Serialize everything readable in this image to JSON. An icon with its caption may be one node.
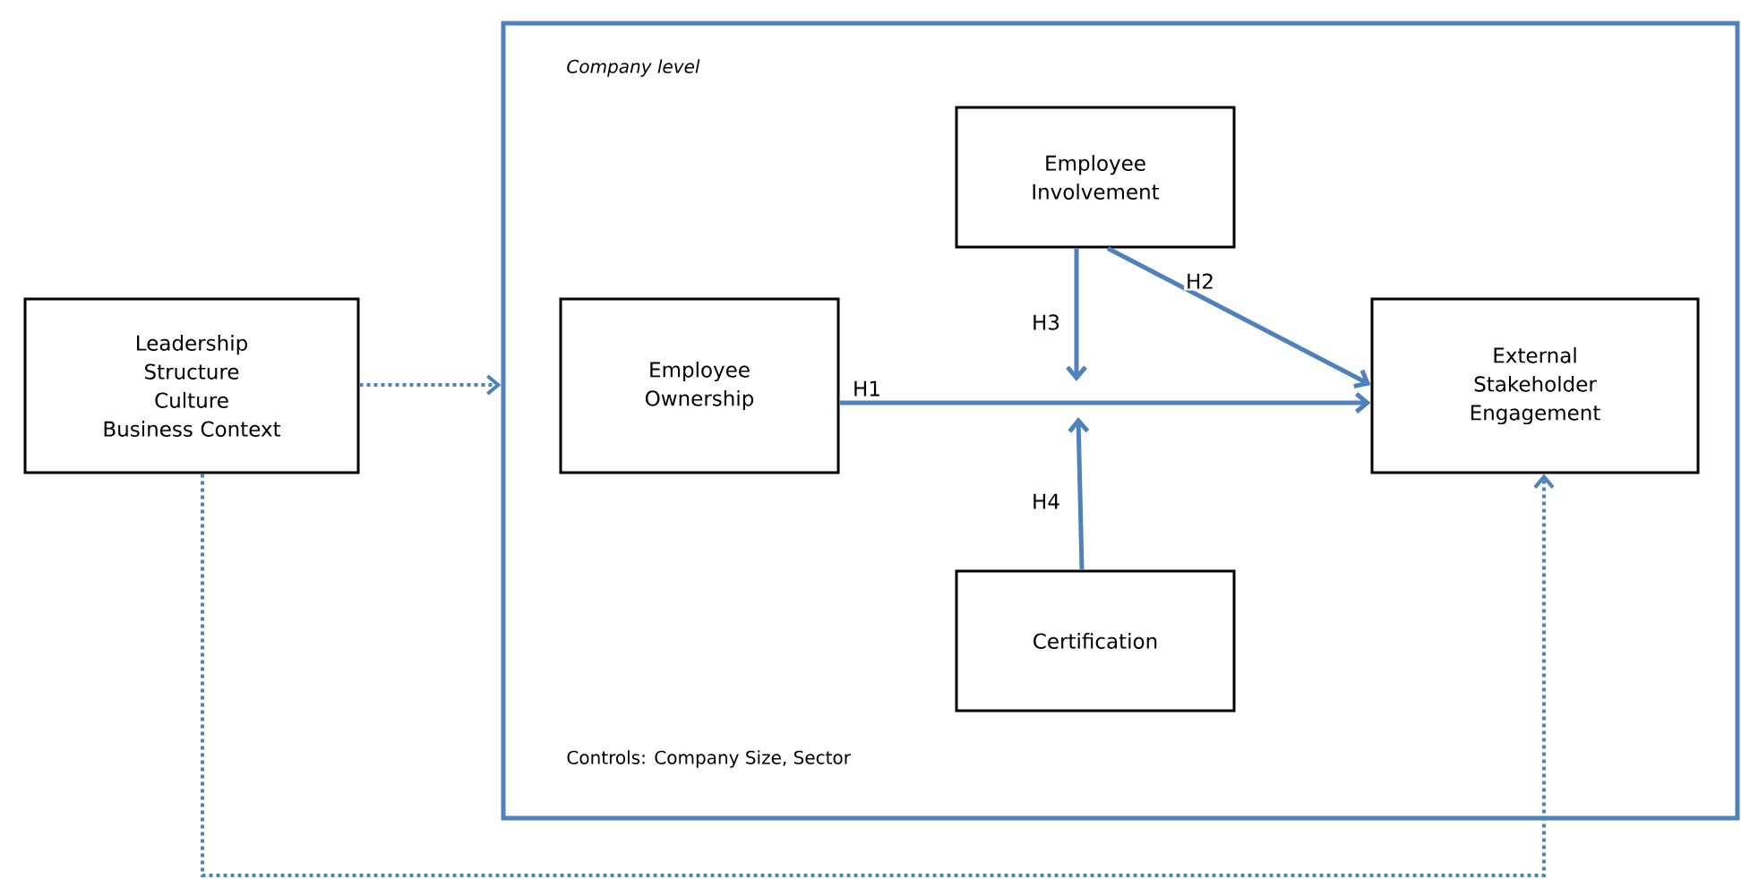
{
  "diagram": {
    "nodes": [
      {
        "text": [
          "Leadership",
          "Structure",
          "Culture",
          "Business Context"
        ]
      },
      {
        "text": [
          "Company level",
          "Controls: Company Size, Sector"
        ]
      },
      {
        "text": [
          "Employee Involvement"
        ],
        "in": 1
      },
      {
        "text": [
          "Employee Ownership"
        ],
        "in": 1
      },
      {
        "text": [
          "External Stakeholder Engagement"
        ],
        "in": 1
      },
      {
        "text": [
          "Certification"
        ],
        "in": 1
      }
    ],
    "edges": [
      {
        "from": 0,
        "to": 1,
        "arrow": "to",
        "style": "dashed"
      },
      {
        "from": 3,
        "to": 4,
        "arrow": "to",
        "label": "H1"
      },
      {
        "from": 2,
        "to": 4,
        "arrow": "to",
        "label": "H2"
      },
      {
        "from": 2,
        "to": null,
        "arrow": "to",
        "label": "H3"
      },
      {
        "from": 5,
        "to": null,
        "arrow": "to",
        "label": "H4"
      },
      {
        "from": 0,
        "to": 4,
        "arrow": "to",
        "style": "dashed"
      }
    ]
  }
}
